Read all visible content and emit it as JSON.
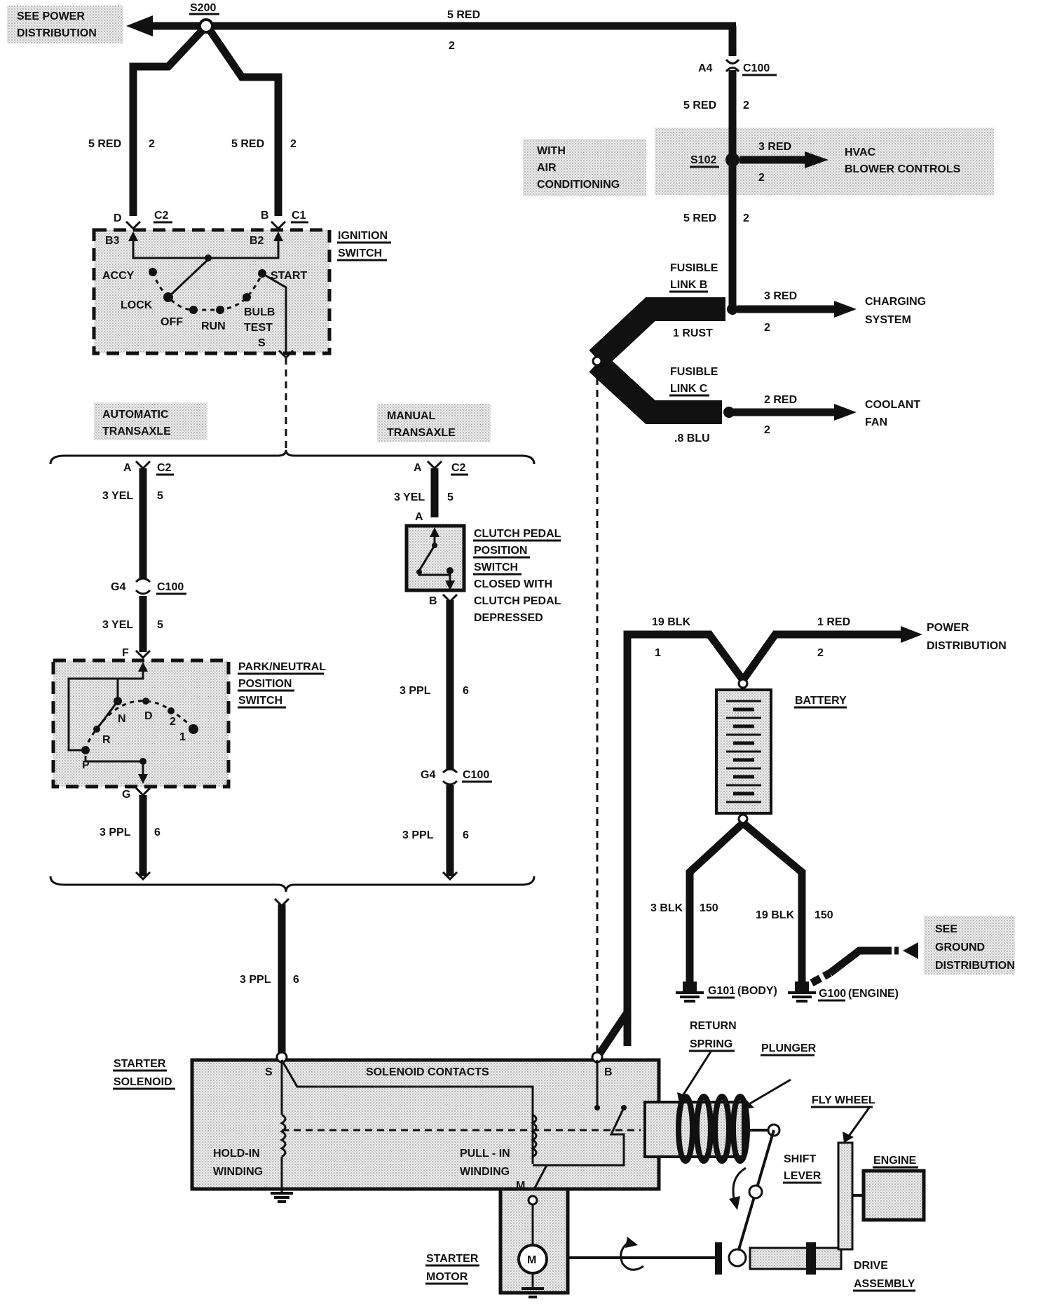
{
  "power_feed": {
    "label": "SEE POWER DISTRIBUTION",
    "line1": "SEE POWER",
    "line2": "DISTRIBUTION",
    "splice": "S200",
    "wire_top": "5 RED",
    "circuit_top": "2"
  },
  "c100_top": {
    "pin": "A4",
    "connector": "C100",
    "wire": "5 RED",
    "circuit": "2"
  },
  "s102": {
    "splice": "S102",
    "wire_out": "3 RED",
    "circuit_out": "2",
    "dest1": "HVAC",
    "dest2": "BLOWER CONTROLS",
    "note1": "WITH",
    "note2": "AIR",
    "note3": "CONDITIONING",
    "wire_below": "5 RED",
    "circuit_below": "2"
  },
  "fusible": {
    "b1": "FUSIBLE",
    "b2": "LINK B",
    "b_wire": "1 RUST",
    "c1": "FUSIBLE",
    "c2": "LINK C",
    "c_wire": ".8 BLU"
  },
  "charging": {
    "wire": "3 RED",
    "circuit": "2",
    "dest1": "CHARGING",
    "dest2": "SYSTEM"
  },
  "coolant": {
    "wire": "2 RED",
    "circuit": "2",
    "dest1": "COOLANT",
    "dest2": "FAN"
  },
  "ignition": {
    "wire_left": "5 RED",
    "circuit_left": "2",
    "wire_right": "5 RED",
    "circuit_right": "2",
    "pin_d": "D",
    "conn_c2": "C2",
    "pin_b": "B",
    "conn_c1": "C1",
    "b3": "B3",
    "b2": "B2",
    "accy": "ACCY",
    "lock": "LOCK",
    "off": "OFF",
    "run": "RUN",
    "bulb1": "BULB",
    "bulb2": "TEST",
    "start": "START",
    "s": "S",
    "title1": "IGNITION",
    "title2": "SWITCH"
  },
  "auto_trans": {
    "line1": "AUTOMATIC",
    "line2": "TRANSAXLE",
    "pin_a": "A",
    "conn": "C2",
    "wire1": "3 YEL",
    "circ1": "5",
    "pin_g4": "G4",
    "conn_c100": "C100",
    "wire2": "3 YEL",
    "circ2": "5",
    "pin_f": "F",
    "pin_g": "G",
    "wire3": "3 PPL",
    "circ3": "6"
  },
  "pnp": {
    "title1": "PARK/NEUTRAL",
    "title2": "POSITION",
    "title3": "SWITCH",
    "n": "N",
    "d": "D",
    "r": "R",
    "p": "P",
    "two": "2",
    "one": "1"
  },
  "manual_trans": {
    "line1": "MANUAL",
    "line2": "TRANSAXLE",
    "pin_a": "A",
    "conn": "C2",
    "wire1": "3 YEL",
    "circ1": "5",
    "pin_a2": "A",
    "pin_b": "B",
    "wire2": "3 PPL",
    "circ2": "6",
    "pin_g4": "G4",
    "conn_c100": "C100",
    "wire3": "3 PPL",
    "circ3": "6"
  },
  "clutch": {
    "l1": "CLUTCH PEDAL",
    "l2": "POSITION",
    "l3": "SWITCH",
    "l4": "CLOSED WITH",
    "l5": "CLUTCH  PEDAL",
    "l6": "DEPRESSED"
  },
  "starter_feed": {
    "wire": "3 PPL",
    "circuit": "6"
  },
  "battery": {
    "title": "BATTERY",
    "neg_wire": "19 BLK",
    "neg_circ": "1",
    "pos_wire": "1 RED",
    "pos_circ": "2",
    "dest1": "POWER",
    "dest2": "DISTRIBUTION",
    "g1_wire": "3 BLK",
    "g1_circ": "150",
    "g2_wire": "19 BLK",
    "g2_circ": "150",
    "g101": "G101",
    "g101_note": "(BODY)",
    "g100": "G100",
    "g100_note": "(ENGINE)",
    "gd1": "SEE",
    "gd2": "GROUND",
    "gd3": "DISTRIBUTION"
  },
  "solenoid": {
    "title1": "STARTER",
    "title2": "SOLENOID",
    "s": "S",
    "b": "B",
    "contacts": "SOLENOID CONTACTS",
    "hold1": "HOLD-IN",
    "hold2": "WINDING",
    "pull1": "PULL - IN",
    "pull2": "WINDING",
    "m": "M"
  },
  "motor": {
    "title1": "STARTER",
    "title2": "MOTOR",
    "symbol": "M"
  },
  "mech": {
    "return1": "RETURN",
    "return2": "SPRING",
    "plunger": "PLUNGER",
    "fly": "FLY WHEEL",
    "engine": "ENGINE",
    "shift1": "SHIFT",
    "shift2": "LEVER",
    "drive1": "DRIVE",
    "drive2": "ASSEMBLY"
  }
}
